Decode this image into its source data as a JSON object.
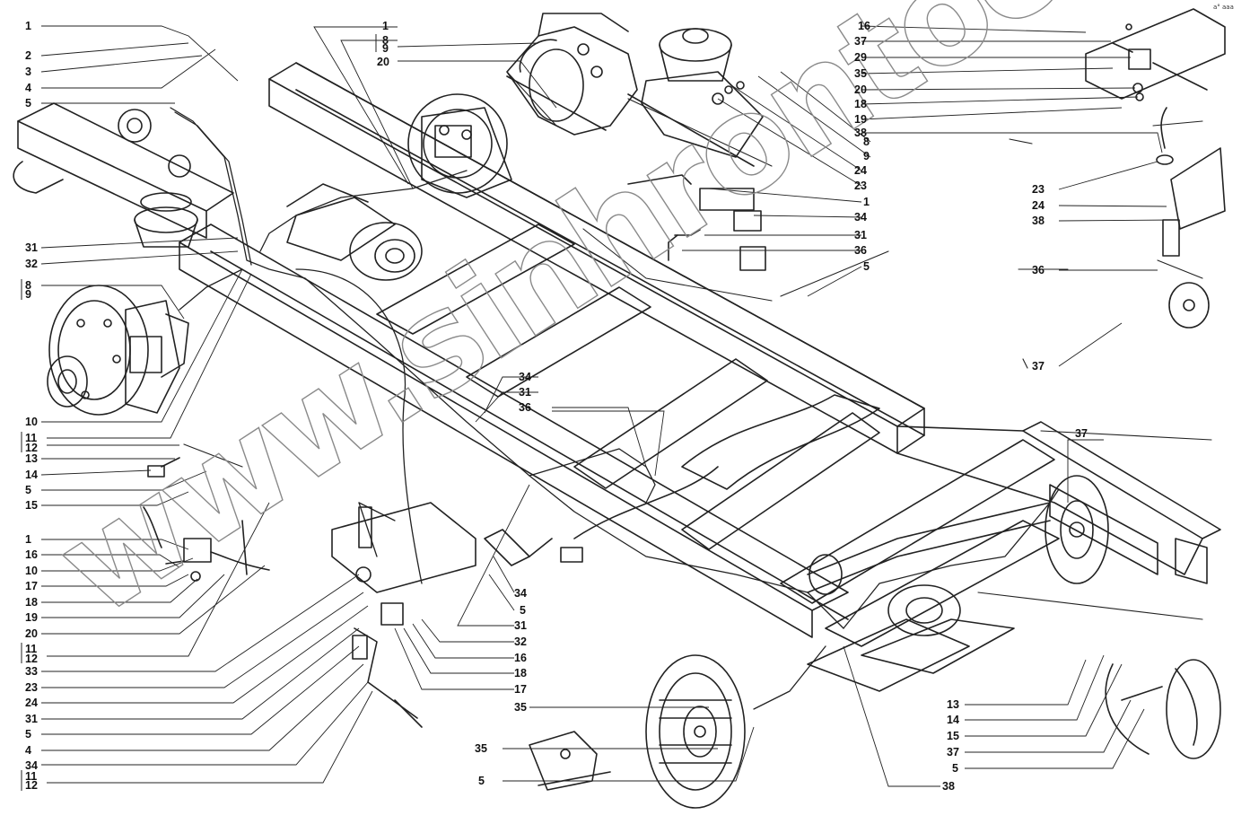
{
  "watermark": "www.sinhrontoo.kz",
  "corner_mark": "a° aaa",
  "callouts_left": [
    "1",
    "2",
    "3",
    "4",
    "5",
    "31",
    "32",
    "8",
    "9",
    "10",
    "11",
    "12",
    "13",
    "14",
    "5",
    "15",
    "1",
    "16",
    "10",
    "17",
    "18",
    "19",
    "20",
    "11",
    "12",
    "33",
    "23",
    "24",
    "31",
    "5",
    "4",
    "34",
    "11",
    "12"
  ],
  "callouts_top": [
    "1",
    "8",
    "9",
    "20"
  ],
  "callouts_upper_right": [
    "16",
    "37",
    "29",
    "35",
    "20",
    "18",
    "19",
    "38",
    "8",
    "9",
    "24",
    "23",
    "1",
    "34",
    "31",
    "36",
    "5"
  ],
  "callouts_right": [
    "23",
    "24",
    "38",
    "36",
    "37",
    "37"
  ],
  "callouts_mid": [
    "34",
    "31",
    "36"
  ],
  "callouts_center_bottom": [
    "34",
    "5",
    "31",
    "32",
    "16",
    "18",
    "17"
  ],
  "callouts_bottom": [
    "35",
    "35",
    "5",
    "38"
  ],
  "callouts_bottom_right": [
    "13",
    "14",
    "15",
    "37",
    "5"
  ]
}
